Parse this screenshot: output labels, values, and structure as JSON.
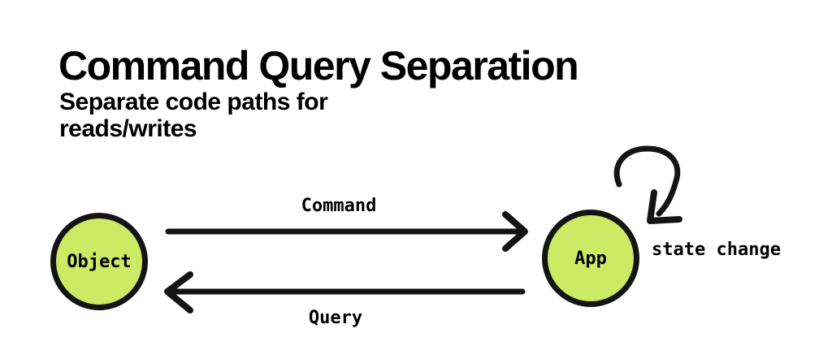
{
  "header": {
    "title": "Command Query Separation",
    "subtitle_line1": "Separate code paths for",
    "subtitle_line2": "reads/writes"
  },
  "diagram": {
    "nodes": {
      "object": {
        "label": "Object"
      },
      "app": {
        "label": "App"
      }
    },
    "edges": {
      "command": {
        "label": "Command",
        "direction": "object-to-app"
      },
      "query": {
        "label": "Query",
        "direction": "app-to-object"
      },
      "self_loop": {
        "label": "state change",
        "on": "app"
      }
    }
  },
  "colors": {
    "background": "#ffffff",
    "node_fill": "#cdea64",
    "stroke": "#141414",
    "text": "#000000"
  }
}
